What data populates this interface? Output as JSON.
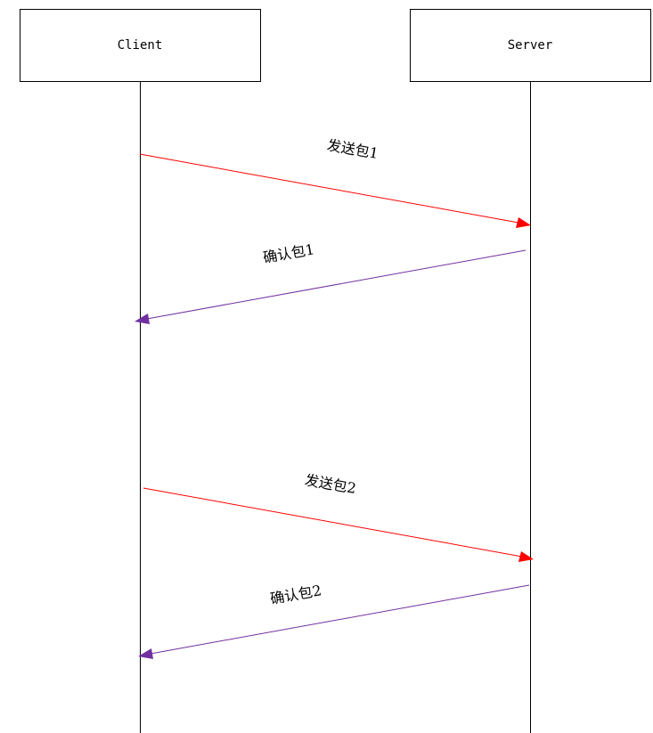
{
  "actors": {
    "client": {
      "label": "Client"
    },
    "server": {
      "label": "Server"
    }
  },
  "messages": [
    {
      "label": "发送包1",
      "direction": "client-to-server",
      "color": "#ff0000"
    },
    {
      "label": "确认包1",
      "direction": "server-to-client",
      "color": "#7030a0"
    },
    {
      "label": "发送包2",
      "direction": "client-to-server",
      "color": "#ff0000"
    },
    {
      "label": "确认包2",
      "direction": "server-to-client",
      "color": "#7030a0"
    }
  ]
}
